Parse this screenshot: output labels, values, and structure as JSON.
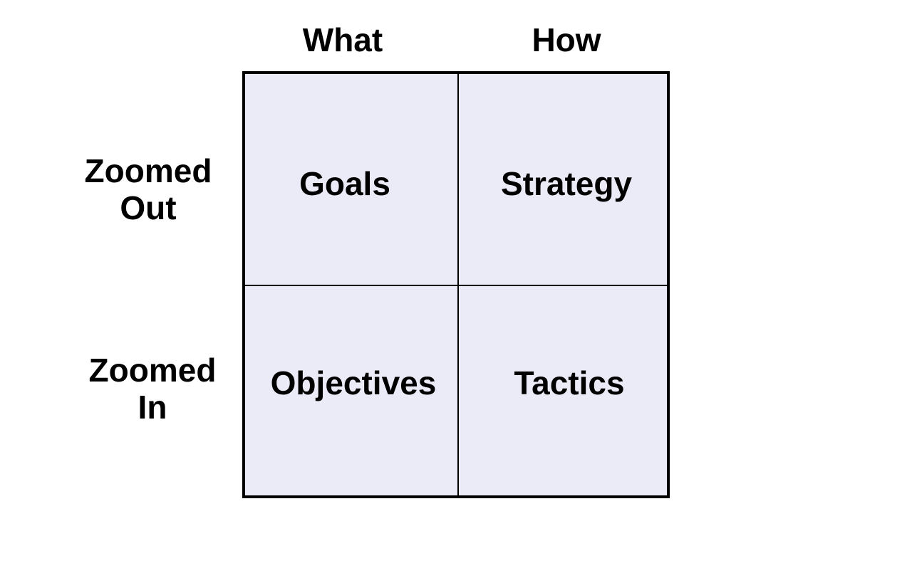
{
  "columns": {
    "what": "What",
    "how": "How"
  },
  "rows": {
    "zoomed_out": {
      "line1": "Zoomed",
      "line2": "Out"
    },
    "zoomed_in": {
      "line1": "Zoomed",
      "line2": "In"
    }
  },
  "cells": {
    "top_left": "Goals",
    "top_right": "Strategy",
    "bottom_left": "Objectives",
    "bottom_right": "Tactics"
  },
  "colors": {
    "cell_fill": "#ebebf7",
    "border": "#000000",
    "text": "#000000"
  }
}
